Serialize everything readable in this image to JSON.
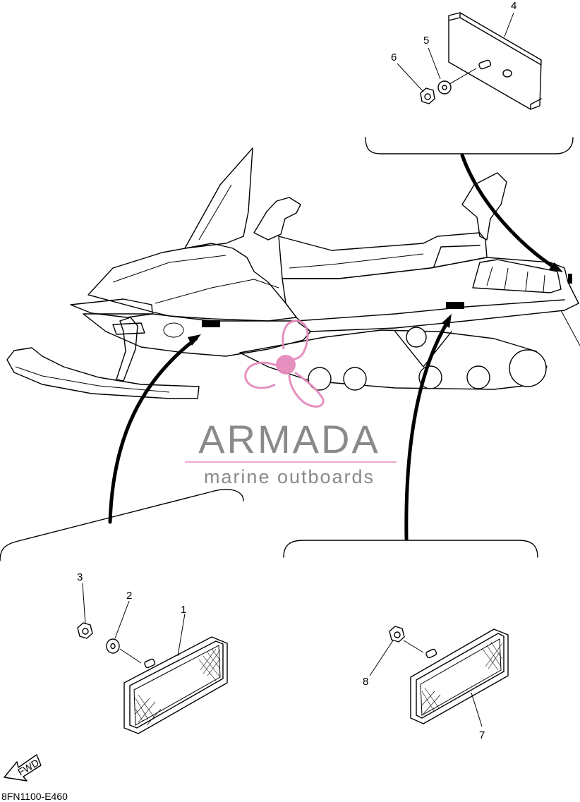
{
  "diagram": {
    "part_numbers": [
      "1",
      "2",
      "3",
      "4",
      "5",
      "6",
      "7",
      "8"
    ],
    "drawing_code": "8FN1100-E460",
    "fwd_label": "FWD"
  },
  "watermark": {
    "brand": "ARMADA",
    "tagline": "marine outboards",
    "colors": {
      "text": "#8a8a8a",
      "accent": "#e58bbd"
    }
  }
}
